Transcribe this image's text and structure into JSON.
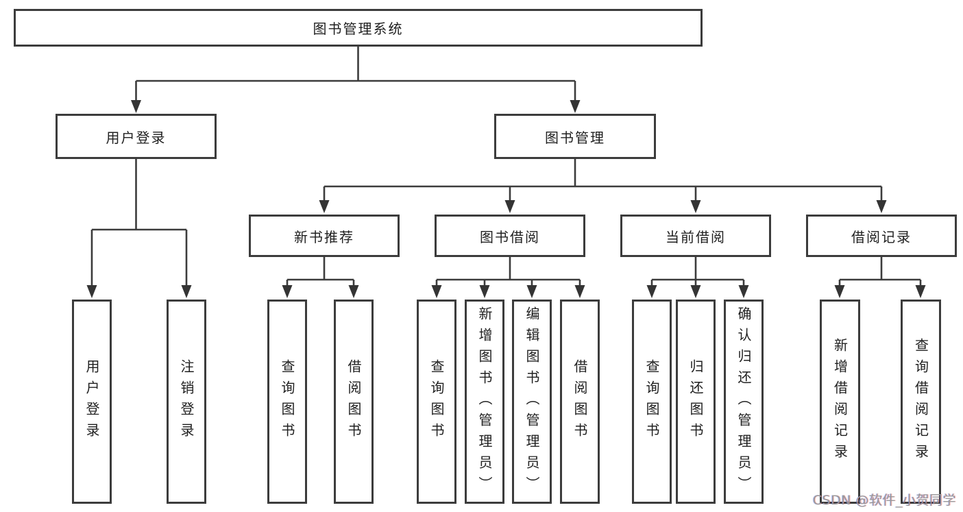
{
  "org": {
    "root": "图书管理系统",
    "groups": [
      {
        "label": "用户登录",
        "leaves": [
          "用户登录",
          "注销登录"
        ]
      },
      {
        "label": "图书管理",
        "sections": [
          {
            "label": "新书推荐",
            "leaves": [
              "查询图书",
              "借阅图书"
            ]
          },
          {
            "label": "图书借阅",
            "leaves": [
              "查询图书",
              "新增图书（管理员）",
              "编辑图书（管理员）",
              "借阅图书"
            ]
          },
          {
            "label": "当前借阅",
            "leaves": [
              "查询图书",
              "归还图书",
              "确认归还（管理员）"
            ]
          },
          {
            "label": "借阅记录",
            "leaves": [
              "新增借阅记录",
              "查询借阅记录"
            ]
          }
        ]
      }
    ]
  },
  "watermark": "CSDN @软件_小贺同学",
  "colors": {
    "line": "#3c3c3c",
    "arrow": "#343434",
    "text": "#1f1f1f",
    "watermark_text": "#9a9a9a",
    "background": "#ffffff"
  }
}
